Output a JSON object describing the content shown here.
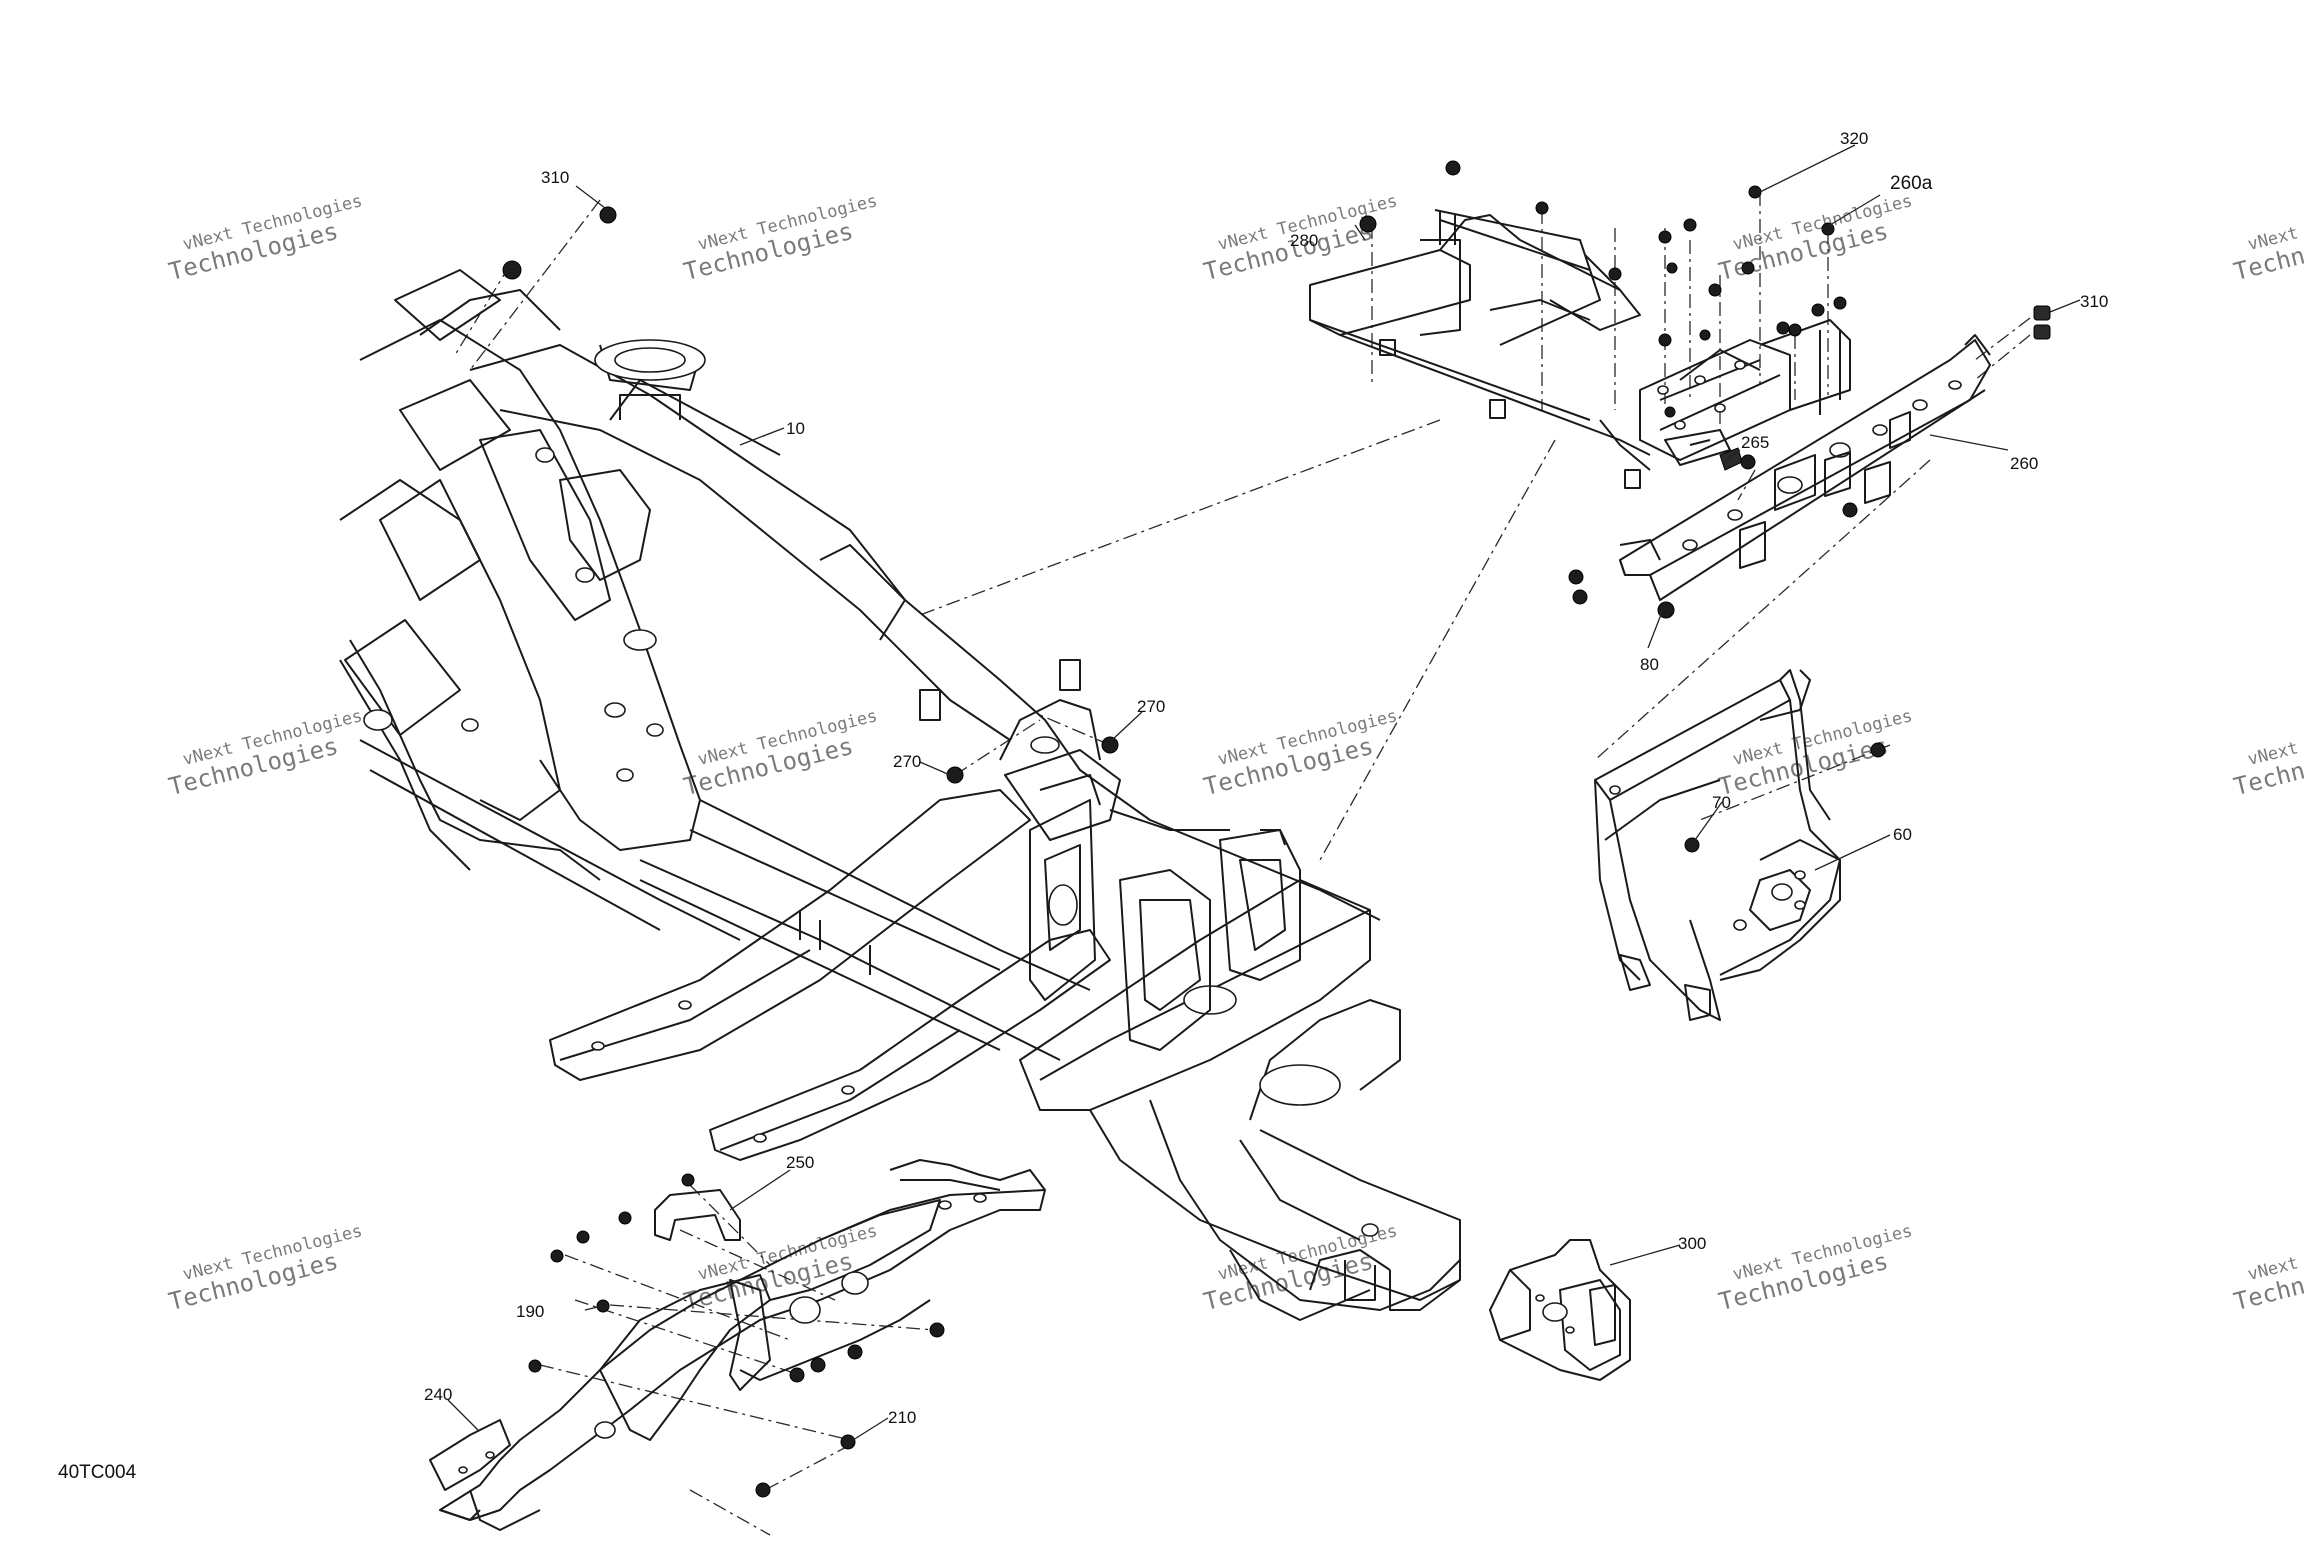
{
  "diagram": {
    "figure_code": "40TC004",
    "watermark": {
      "line1": "vNext Technologies",
      "line2": "Technologies"
    },
    "callouts": [
      {
        "id": "c310a",
        "label": "310"
      },
      {
        "id": "c10",
        "label": "10"
      },
      {
        "id": "c280",
        "label": "280"
      },
      {
        "id": "c320",
        "label": "320"
      },
      {
        "id": "c260a",
        "label": "260a"
      },
      {
        "id": "c310b",
        "label": "310"
      },
      {
        "id": "c265",
        "label": "265"
      },
      {
        "id": "c260",
        "label": "260"
      },
      {
        "id": "c80",
        "label": "80"
      },
      {
        "id": "c270a",
        "label": "270"
      },
      {
        "id": "c270b",
        "label": "270"
      },
      {
        "id": "c70",
        "label": "70"
      },
      {
        "id": "c60",
        "label": "60"
      },
      {
        "id": "c250",
        "label": "250"
      },
      {
        "id": "c300",
        "label": "300"
      },
      {
        "id": "c190",
        "label": "190"
      },
      {
        "id": "c240",
        "label": "240"
      },
      {
        "id": "c210",
        "label": "210"
      }
    ]
  }
}
